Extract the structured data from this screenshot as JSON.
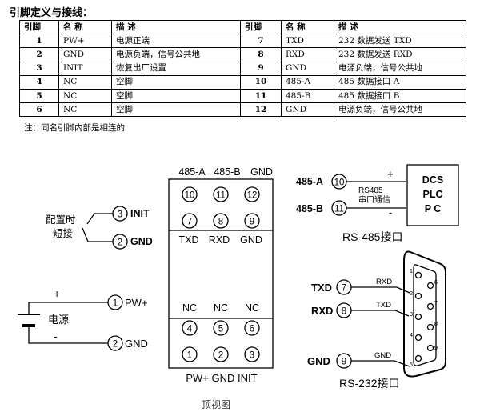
{
  "title": "引脚定义与接线：",
  "table": {
    "headers": [
      "引脚",
      "名 称",
      "描 述",
      "引脚",
      "名 称",
      "描 述"
    ],
    "rows": [
      [
        "1",
        "PW+",
        "电源正端",
        "7",
        "TXD",
        "232 数据发送 TXD"
      ],
      [
        "2",
        "GND",
        "电源负端，信号公共地",
        "8",
        "RXD",
        "232 数据发送 RXD"
      ],
      [
        "3",
        "INIT",
        "恢复出厂设置",
        "9",
        "GND",
        "电源负端，信号公共地"
      ],
      [
        "4",
        "NC",
        "空脚",
        "10",
        "485-A",
        "485 数据接口 A"
      ],
      [
        "5",
        "NC",
        "空脚",
        "11",
        "485-B",
        "485 数据接口 B"
      ],
      [
        "6",
        "NC",
        "空脚",
        "12",
        "GND",
        "电源负端，信号公共地"
      ]
    ]
  },
  "note": "注：同名引脚内部是相连的",
  "diagram": {
    "top_labels": [
      "485-A",
      "485-B",
      "GND"
    ],
    "upper_pins": [
      "10",
      "11",
      "12",
      "7",
      "8",
      "9"
    ],
    "mid_labels": [
      "TXD",
      "RXD",
      "GND"
    ],
    "lower_labels": [
      "NC",
      "NC",
      "NC"
    ],
    "lower_pins": [
      "4",
      "5",
      "6",
      "1",
      "2",
      "3"
    ],
    "bottom_labels": "PW+ GND INIT",
    "caption": "顶视图",
    "reset": {
      "label_line1": "配置时",
      "label_line2": "短接",
      "pin_a": "3",
      "name_a": "INIT",
      "pin_b": "2",
      "name_b": "GND"
    },
    "power": {
      "plus": "+",
      "minus": "-",
      "label": "电源",
      "pin_a": "1",
      "name_a": "PW+",
      "pin_b": "2",
      "name_b": "GND"
    },
    "rs485": {
      "pin_a": "10",
      "name_a": "485-A",
      "pin_b": "11",
      "name_b": "485-B",
      "plus": "+",
      "minus": "-",
      "bus1": "RS485",
      "bus2": "串口通信",
      "box": [
        "DCS",
        "PLC",
        "P C"
      ],
      "caption": "RS-485接口"
    },
    "rs232": {
      "pins": [
        {
          "num": "7",
          "name": "TXD",
          "wire": "RXD"
        },
        {
          "num": "8",
          "name": "RXD",
          "wire": "TXD"
        },
        {
          "num": "9",
          "name": "GND",
          "wire": "GND"
        }
      ],
      "db9_pins": [
        "1",
        "2",
        "3",
        "4",
        "5",
        "6",
        "7",
        "8",
        "9"
      ],
      "caption": "RS-232接口"
    }
  }
}
